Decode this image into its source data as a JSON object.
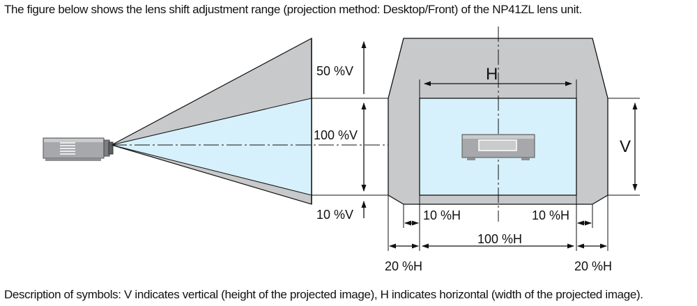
{
  "captions": {
    "top": "The figure below shows the lens shift adjustment range (projection method: Desktop/Front) of the NP41ZL lens unit.",
    "bottom": "Description of symbols: V indicates vertical (height of the projected image), H indicates horizontal (width of the projected image)."
  },
  "labels": {
    "v_up": "50 %V",
    "v_full": "100 %V",
    "v_down": "10 %V",
    "h_top": "H",
    "v_side": "V",
    "h_left_inner": "10 %H",
    "h_right_inner": "10 %H",
    "h_full": "100 %H",
    "h_left_outer": "20 %H",
    "h_right_outer": "20 %H"
  },
  "shift_range": {
    "vertical_up_percent_v": 50,
    "vertical_down_percent_v": 10,
    "horizontal_inner_percent_h": 10,
    "horizontal_outer_percent_h": 20
  },
  "colors": {
    "range_fill": "#c8c9cb",
    "image_fill": "#d6f1fb",
    "outline": "#111111",
    "projector_body": "#a6a8ab"
  },
  "icons": {
    "projector": "projector-icon",
    "arrow": "arrowhead"
  }
}
